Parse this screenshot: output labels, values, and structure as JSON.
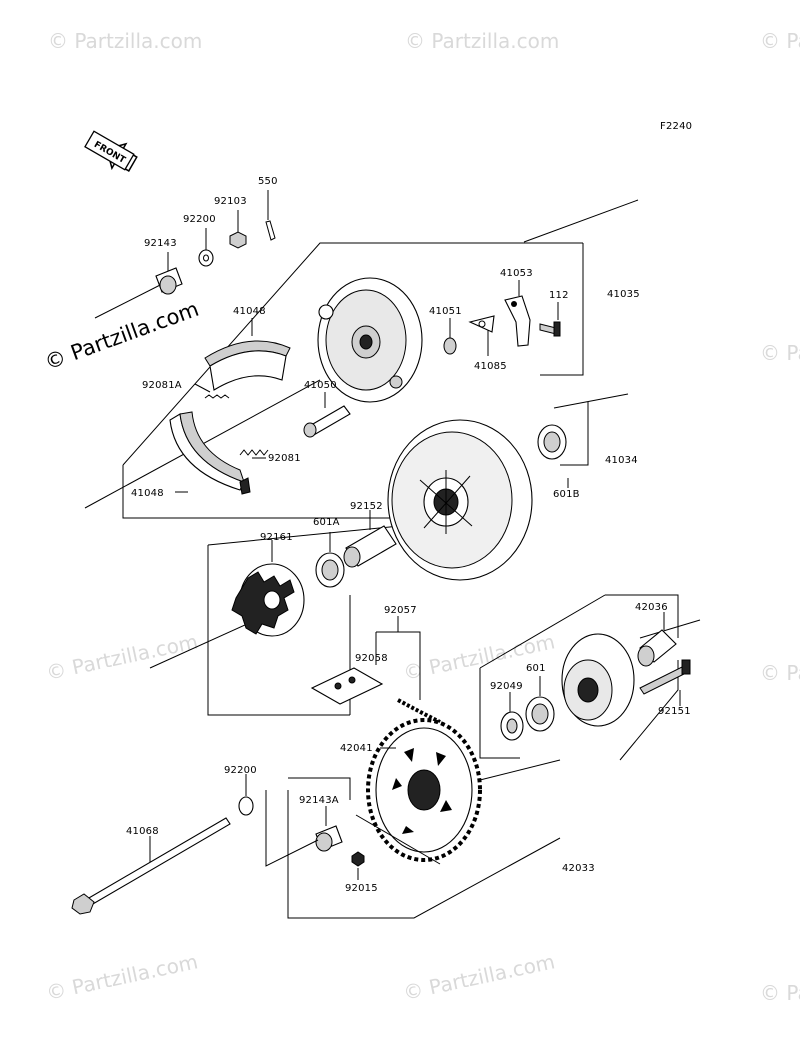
{
  "diagram_code": "F2240",
  "front_label": "FRONT",
  "watermark_main": "© Partzilla.com",
  "watermark_faint": "© Partzilla.com",
  "parts": {
    "p550": "550",
    "p92103": "92103",
    "p92200_top": "92200",
    "p92143": "92143",
    "p41053": "41053",
    "p112": "112",
    "p41035": "41035",
    "p41051": "41051",
    "p41085": "41085",
    "p41048_top": "41048",
    "p92081A": "92081A",
    "p41050": "41050",
    "p92081": "92081",
    "p41048_bottom": "41048",
    "p41034": "41034",
    "p601B": "601B",
    "p92152": "92152",
    "p601A": "601A",
    "p92161": "92161",
    "p92057": "92057",
    "p42036": "42036",
    "p92058": "92058",
    "p601": "601",
    "p92049": "92049",
    "p92151": "92151",
    "p42041": "42041",
    "p92200_bottom": "92200",
    "p92143A": "92143A",
    "p41068": "41068",
    "p92015": "92015",
    "p42033": "42033"
  }
}
